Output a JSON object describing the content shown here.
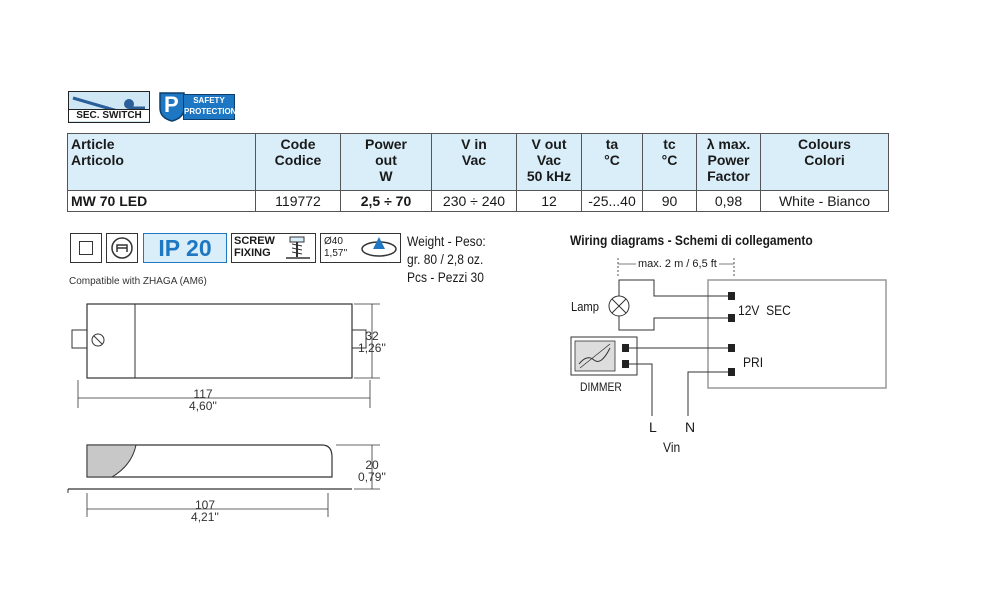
{
  "badges": {
    "sec_switch": "SEC. SWITCH",
    "safety_line1": "SAFETY",
    "safety_line2": "PROTECTIONS",
    "safety_letter": "P"
  },
  "table": {
    "headers": [
      [
        "Article",
        "Articolo"
      ],
      [
        "Code",
        "Codice"
      ],
      [
        "Power",
        "out",
        "W"
      ],
      [
        "V in",
        "Vac"
      ],
      [
        "V out",
        "Vac",
        "50 kHz"
      ],
      [
        "ta",
        "°C"
      ],
      [
        "tc",
        "°C"
      ],
      [
        "λ max.",
        "Power",
        "Factor"
      ],
      [
        "Colours",
        "Colori"
      ]
    ],
    "row": [
      "MW 70 LED",
      "119772",
      "2,5 ÷ 70",
      "230 ÷ 240",
      "12",
      "-25...40",
      "90",
      "0,98",
      "White - Bianco"
    ]
  },
  "icons": {
    "ip": "IP 20",
    "screw_line1": "SCREW",
    "screw_line2": "FIXING",
    "diam_line1": "Ø40",
    "diam_line2": "1,57''"
  },
  "weight": {
    "line1": "Weight - Peso:",
    "line2": "gr. 80 / 2,8 oz.",
    "line3": "Pcs - Pezzi 30"
  },
  "compat_note": "Compatible with ZHAGA (AM6)",
  "dimensions": {
    "top_width_mm": "117",
    "top_width_in": "4,60''",
    "top_height_mm": "32",
    "top_height_in": "1,26''",
    "side_width_mm": "107",
    "side_width_in": "4,21''",
    "side_height_mm": "20",
    "side_height_in": "0,79''"
  },
  "wiring": {
    "title": "Wiring diagrams - Schemi di collegamento",
    "max_len": "max. 2 m / 6,5 ft",
    "lamp": "Lamp",
    "sec": "12V  SEC",
    "pri": "PRI",
    "dimmer": "DIMMER",
    "l": "L",
    "n": "N",
    "vin": "Vin"
  }
}
